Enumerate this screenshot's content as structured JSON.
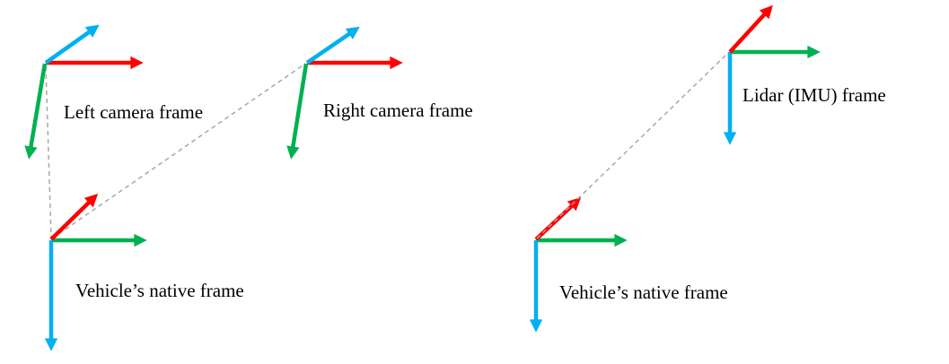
{
  "diagram": {
    "title": "",
    "background": "#ffffff",
    "colors": {
      "red": "#fe0000",
      "green": "#00b050",
      "blue": "#00b0f0",
      "dashed_gray": "#a8a8a8",
      "text": "#000000"
    },
    "frames": {
      "left_camera": {
        "label": "Left camera frame",
        "axes": [
          {
            "color": "red",
            "direction": "right"
          },
          {
            "color": "blue",
            "direction": "up-right"
          },
          {
            "color": "green",
            "direction": "down-left"
          }
        ]
      },
      "right_camera": {
        "label": "Right camera frame",
        "axes": [
          {
            "color": "red",
            "direction": "right"
          },
          {
            "color": "blue",
            "direction": "up-right"
          },
          {
            "color": "green",
            "direction": "down-left"
          }
        ]
      },
      "lidar": {
        "label": "Lidar (IMU) frame",
        "axes": [
          {
            "color": "green",
            "direction": "right"
          },
          {
            "color": "blue",
            "direction": "down"
          },
          {
            "color": "red",
            "direction": "up-right"
          }
        ]
      },
      "vehicle_left": {
        "label": "Vehicle’s native frame",
        "axes": [
          {
            "color": "green",
            "direction": "right"
          },
          {
            "color": "blue",
            "direction": "down"
          },
          {
            "color": "red",
            "direction": "up-right"
          }
        ]
      },
      "vehicle_right": {
        "label": "Vehicle’s native frame",
        "axes": [
          {
            "color": "green",
            "direction": "right"
          },
          {
            "color": "blue",
            "direction": "down"
          },
          {
            "color": "red",
            "direction": "up-right"
          }
        ]
      }
    },
    "connections": [
      {
        "from": "left_camera",
        "to": "vehicle_left",
        "style": "dashed"
      },
      {
        "from": "vehicle_left",
        "to": "right_camera",
        "style": "dashed"
      },
      {
        "from": "vehicle_right",
        "to": "lidar",
        "style": "dashed"
      }
    ]
  }
}
